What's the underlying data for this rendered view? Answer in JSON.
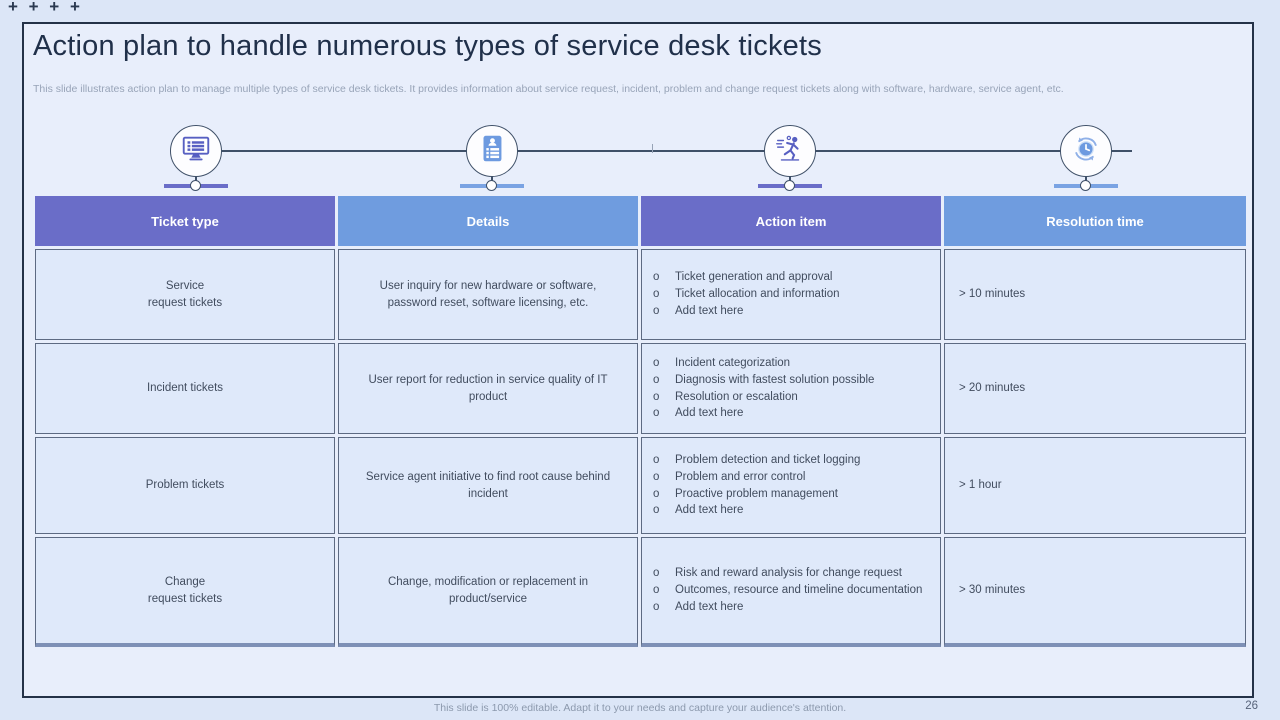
{
  "decorations": {
    "plus_marks": "+ + + +"
  },
  "header": {
    "title": "Action plan to handle numerous types of service desk tickets",
    "subtitle": "This slide illustrates action plan to manage multiple  types of service desk tickets. It provides information about service request, incident, problem and change request tickets along with software, hardware, service agent, etc."
  },
  "timeline": {
    "nodes": [
      {
        "icon": "monitor-ticket-icon",
        "accent": "#6a6dc8"
      },
      {
        "icon": "service-request-form-icon",
        "accent": "#7aa3e3"
      },
      {
        "icon": "running-person-icon",
        "accent": "#6a6dc8"
      },
      {
        "icon": "clock-refresh-icon",
        "accent": "#7aa3e3"
      }
    ]
  },
  "table": {
    "bullet_marker": "o",
    "columns": [
      {
        "label": "Ticket type",
        "color": "#6a6dc8"
      },
      {
        "label": "Details",
        "color": "#6f9cdf"
      },
      {
        "label": "Action item",
        "color": "#6a6dc8"
      },
      {
        "label": "Resolution time",
        "color": "#6f9cdf"
      }
    ],
    "rows": [
      {
        "ticket_type": "Service\nrequest tickets",
        "details": "User inquiry for new hardware  or software, password reset, software licensing, etc.",
        "action_items": [
          "Ticket generation and approval",
          "Ticket allocation and information",
          "Add text here"
        ],
        "resolution_time": "> 10 minutes"
      },
      {
        "ticket_type": "Incident tickets",
        "details": "User report for reduction in service quality of IT product",
        "action_items": [
          "Incident categorization",
          "Diagnosis with fastest solution possible",
          "Resolution or escalation",
          "Add text here"
        ],
        "resolution_time": "> 20 minutes"
      },
      {
        "ticket_type": "Problem tickets",
        "details": "Service agent initiative to find root cause behind incident",
        "action_items": [
          "Problem detection and ticket logging",
          "Problem and error control",
          "Proactive problem management",
          "Add text here"
        ],
        "resolution_time": "> 1 hour"
      },
      {
        "ticket_type": "Change\nrequest tickets",
        "details": "Change, modification or replacement in product/service",
        "action_items": [
          "Risk and reward analysis for change request",
          "Outcomes, resource and timeline documentation",
          "Add text here"
        ],
        "resolution_time": "> 30 minutes"
      }
    ]
  },
  "footer": {
    "note": "This slide is 100% editable. Adapt it to your needs and capture your audience's attention.",
    "page_number": "26"
  },
  "colors": {
    "accent_purple": "#6a6dc8",
    "accent_blue": "#6f9cdf",
    "slide_background": "#dce6f7",
    "panel_background": "#e8eefb",
    "cell_background": "#dfe9fa",
    "frame_border": "#243248",
    "title_text": "#20304a",
    "muted_text": "#98a4b8",
    "body_text": "#414c5e"
  }
}
